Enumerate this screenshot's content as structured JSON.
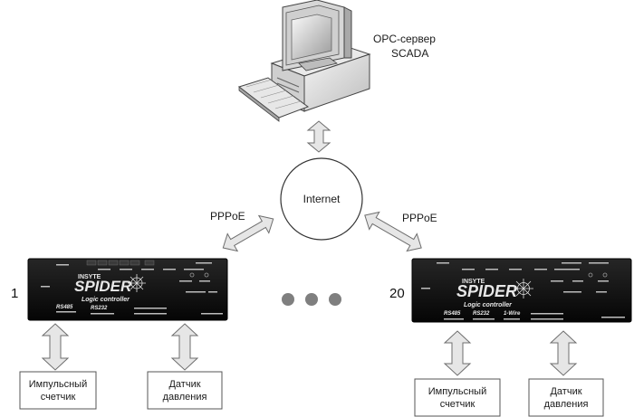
{
  "server": {
    "line1": "OPC-сервер",
    "line2": "SCADA",
    "icon": "computer-icon"
  },
  "internet": {
    "label": "Internet"
  },
  "links": {
    "left": "PPPoE",
    "right": "PPPoE"
  },
  "controllers": [
    {
      "number": "1",
      "brand": "INSYTE",
      "model": "SPIDER",
      "subtitle": "Logic controller",
      "ports": [
        "RS485",
        "RS232"
      ]
    },
    {
      "number": "20",
      "brand": "INSYTE",
      "model": "SPIDER",
      "subtitle": "Logic controller",
      "ports": [
        "RS485",
        "RS232",
        "1-Wire"
      ]
    }
  ],
  "sensors": {
    "left": [
      {
        "line1": "Импульсный",
        "line2": "счетчик"
      },
      {
        "line1": "Датчик",
        "line2": "давления"
      }
    ],
    "right": [
      {
        "line1": "Импульсный",
        "line2": "счетчик"
      },
      {
        "line1": "Датчик",
        "line2": "давления"
      }
    ]
  },
  "colors": {
    "arrow_fill": "#e6e6e6",
    "arrow_stroke": "#6d6d6d",
    "device": "#0c0c0c",
    "dots": "#7f7f7f"
  }
}
